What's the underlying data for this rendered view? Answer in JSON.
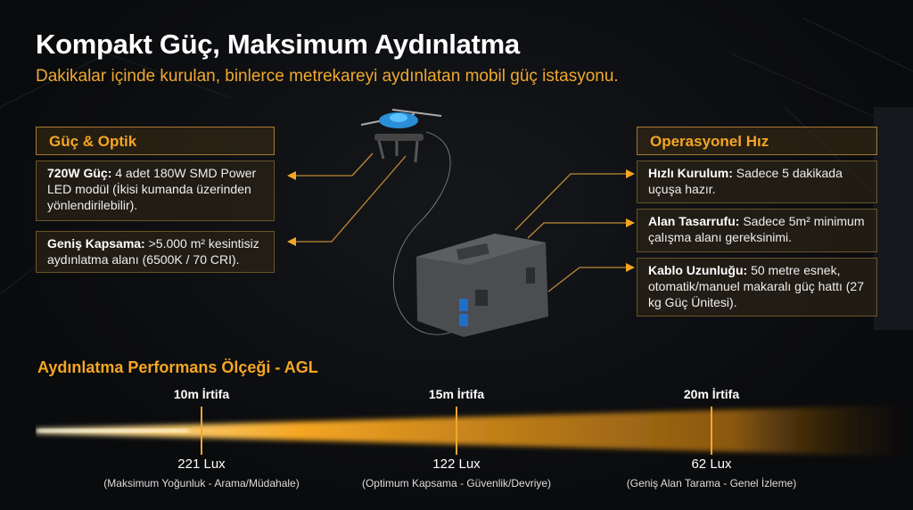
{
  "header": {
    "title": "Kompakt Güç, Maksimum Aydınlatma",
    "subtitle": "Dakikalar içinde kurulan, binlerce metrekareyi aydınlatan mobil güç istasyonu."
  },
  "left": {
    "heading": "Güç & Optik",
    "cards": [
      {
        "label": "720W Güç:",
        "text": " 4 adet 180W SMD Power LED modül (İkisi kumanda üzerinden yönlendirilebilir)."
      },
      {
        "label": "Geniş Kapsama:",
        "text": " >5.000 m² kesintisiz aydınlatma alanı (6500K / 70 CRI)."
      }
    ]
  },
  "right": {
    "heading": "Operasyonel Hız",
    "cards": [
      {
        "label": "Hızlı Kurulum:",
        "text": " Sadece 5 dakikada uçuşa hazır."
      },
      {
        "label": "Alan Tasarrufu:",
        "text": " Sadece 5m² minimum çalışma alanı gereksinimi."
      },
      {
        "label": "Kablo Uzunluğu:",
        "text": " 50 metre esnek, otomatik/manuel makaralı güç hattı (27 kg Güç Ünitesi)."
      }
    ]
  },
  "scale": {
    "title": "Aydınlatma Performans Ölçeği - AGL",
    "markers": [
      {
        "altitude": "10m İrtifa",
        "lux": "221 Lux",
        "desc": "(Maksimum Yoğunluk - Arama/Müdahale)"
      },
      {
        "altitude": "15m İrtifa",
        "lux": "122 Lux",
        "desc": "(Optimum Kapsama - Güvenlik/Devriye)"
      },
      {
        "altitude": "20m İrtifa",
        "lux": "62 Lux",
        "desc": "(Geniş Alan Tarama - Genel İzleme)"
      }
    ]
  },
  "colors": {
    "accent": "#f5a623",
    "background": "#0b0c0e"
  }
}
